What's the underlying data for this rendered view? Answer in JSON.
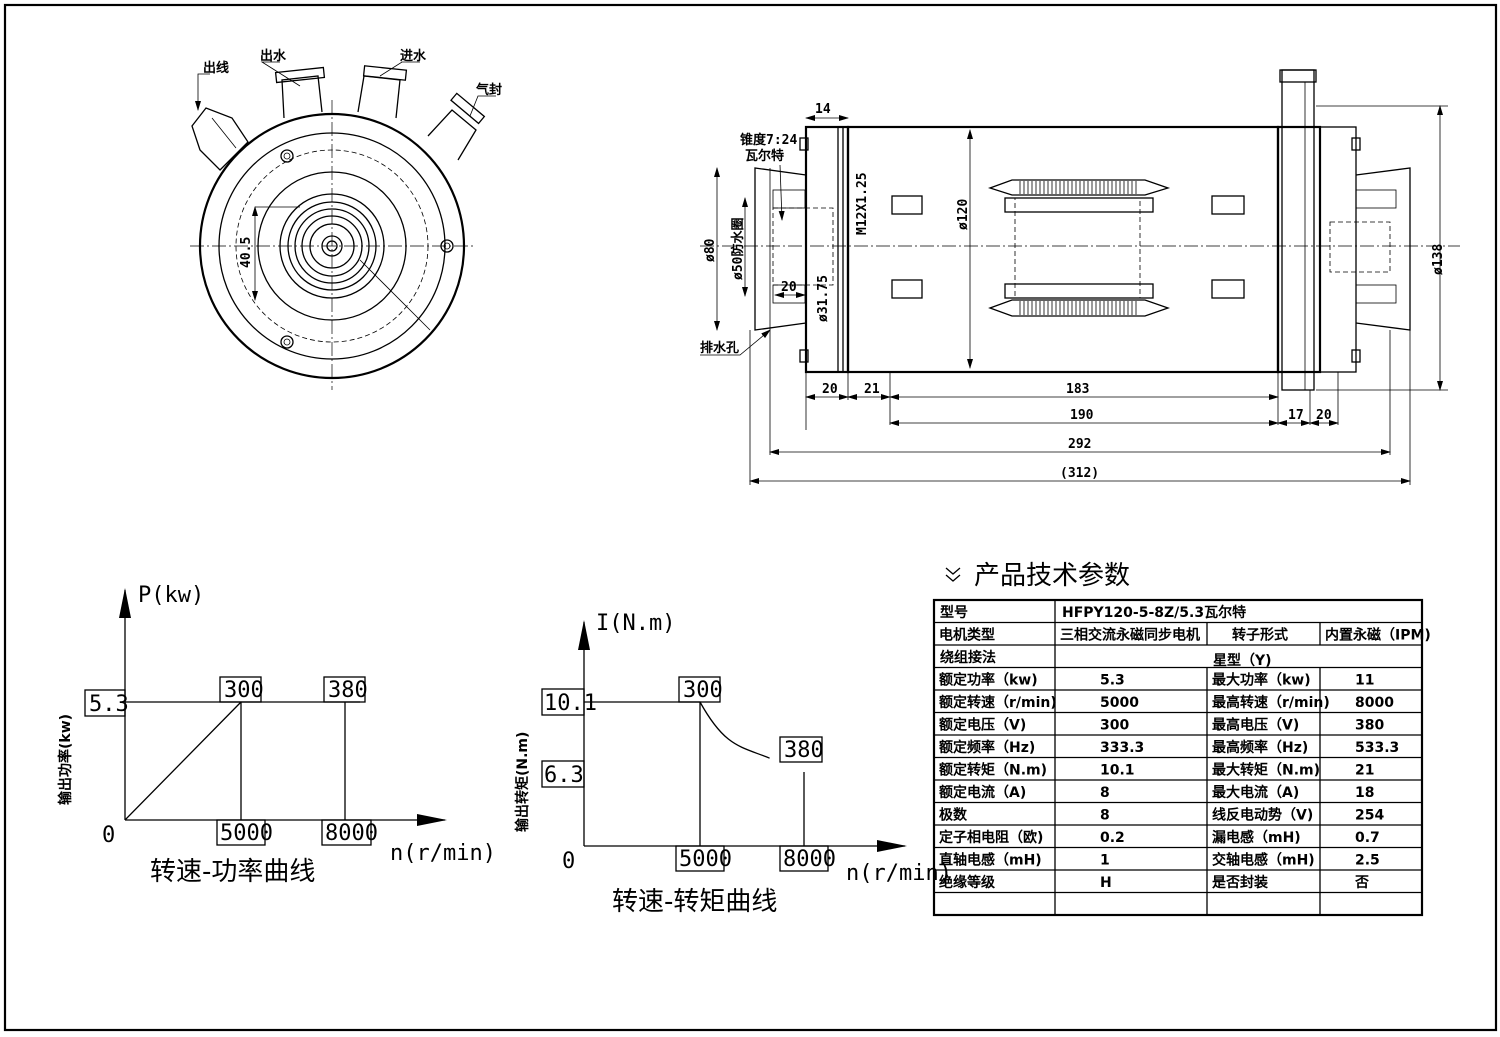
{
  "end_view": {
    "labels": {
      "cable_out": "出线",
      "water_out": "出水",
      "water_in": "进水",
      "air_seal": "气封"
    },
    "dim_40_5": "40.5"
  },
  "side_view": {
    "taper_label": "锥度7:24",
    "taper_sub": "瓦尔特",
    "drain_label": "排水孔",
    "dims": {
      "d14": "14",
      "d80": "ø80",
      "d50": "ø50防水圈",
      "m12": "M12X1.25",
      "d31": "ø31.75",
      "d20a": "20",
      "d120": "ø120",
      "d138": "ø138",
      "b20": "20",
      "b21": "21",
      "b183": "183",
      "b190": "190",
      "b17": "17",
      "b20r": "20",
      "b292": "292",
      "b312": "(312)"
    }
  },
  "power_curve": {
    "title": "转速-功率曲线",
    "y_axis": "P(kw)",
    "y_label": "输出功率(kw)",
    "x_axis": "n(r/min)",
    "origin": "0",
    "y_tick": "5.3",
    "volt_labels": [
      "300",
      "380"
    ],
    "x_ticks": [
      "5000",
      "8000"
    ],
    "points": [
      [
        0,
        0
      ],
      [
        5000,
        5.3
      ],
      [
        8000,
        5.3
      ]
    ]
  },
  "torque_curve": {
    "title": "转速-转矩曲线",
    "y_axis": "I(N.m)",
    "y_label": "输出转矩(N.m)",
    "x_axis": "n(r/min)",
    "origin": "0",
    "y_ticks": [
      "10.1",
      "6.3"
    ],
    "volt_labels": [
      "300",
      "380"
    ],
    "x_ticks": [
      "5000",
      "8000"
    ],
    "points": [
      [
        0,
        10.1
      ],
      [
        5000,
        10.1
      ],
      [
        8000,
        6.3
      ]
    ]
  },
  "specs": {
    "heading_icon": "double-chevron-down-icon",
    "heading": "产品技术参数",
    "model_label": "型号",
    "model_value": "HFPY120-5-8Z/5.3瓦尔特",
    "type_row": [
      "电机类型",
      "三相交流永磁同步电机",
      "转子形式",
      "内置永磁（IPM)"
    ],
    "winding_label": "绕组接法",
    "winding_value": "星型（Y)",
    "rows": [
      [
        "额定功率（kw)",
        "5.3",
        "最大功率（kw)",
        "11"
      ],
      [
        "额定转速（r/min)",
        "5000",
        "最高转速（r/min)",
        "8000"
      ],
      [
        "额定电压（V)",
        "300",
        "最高电压（V)",
        "380"
      ],
      [
        "额定频率（Hz)",
        "333.3",
        "最高频率（Hz)",
        "533.3"
      ],
      [
        "额定转矩（N.m)",
        "10.1",
        "最大转矩（N.m)",
        "21"
      ],
      [
        "额定电流（A)",
        "8",
        "最大电流（A)",
        "18"
      ],
      [
        "极数",
        "8",
        "线反电动势（V)",
        "254"
      ],
      [
        "定子相电阻（欧)",
        "0.2",
        "漏电感（mH)",
        "0.7"
      ],
      [
        "直轴电感（mH)",
        "1",
        "交轴电感（mH)",
        "2.5"
      ],
      [
        "绝缘等级",
        "H",
        "是否封装",
        "否"
      ],
      [
        "",
        "",
        "",
        ""
      ]
    ]
  }
}
